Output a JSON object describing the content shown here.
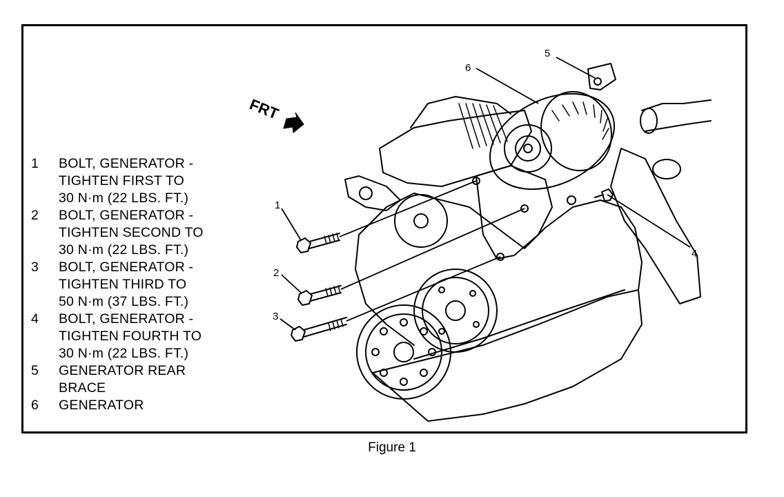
{
  "legend": [
    {
      "num": "1",
      "text": "BOLT, GENERATOR -\nTIGHTEN FIRST TO\n30 N·m (22 LBS. FT.)"
    },
    {
      "num": "2",
      "text": "BOLT, GENERATOR -\nTIGHTEN SECOND TO\n30 N·m (22 LBS. FT.)"
    },
    {
      "num": "3",
      "text": "BOLT, GENERATOR -\nTIGHTEN THIRD TO\n50 N·m (37 LBS. FT.)"
    },
    {
      "num": "4",
      "text": "BOLT, GENERATOR -\nTIGHTEN FOURTH TO\n30 N·m (22 LBS. FT.)"
    },
    {
      "num": "5",
      "text": "GENERATOR REAR\nBRACE"
    },
    {
      "num": "6",
      "text": "GENERATOR"
    }
  ],
  "callouts": [
    "1",
    "2",
    "3",
    "4",
    "5",
    "6"
  ],
  "direction_label": "FRT",
  "caption": "Figure 1"
}
